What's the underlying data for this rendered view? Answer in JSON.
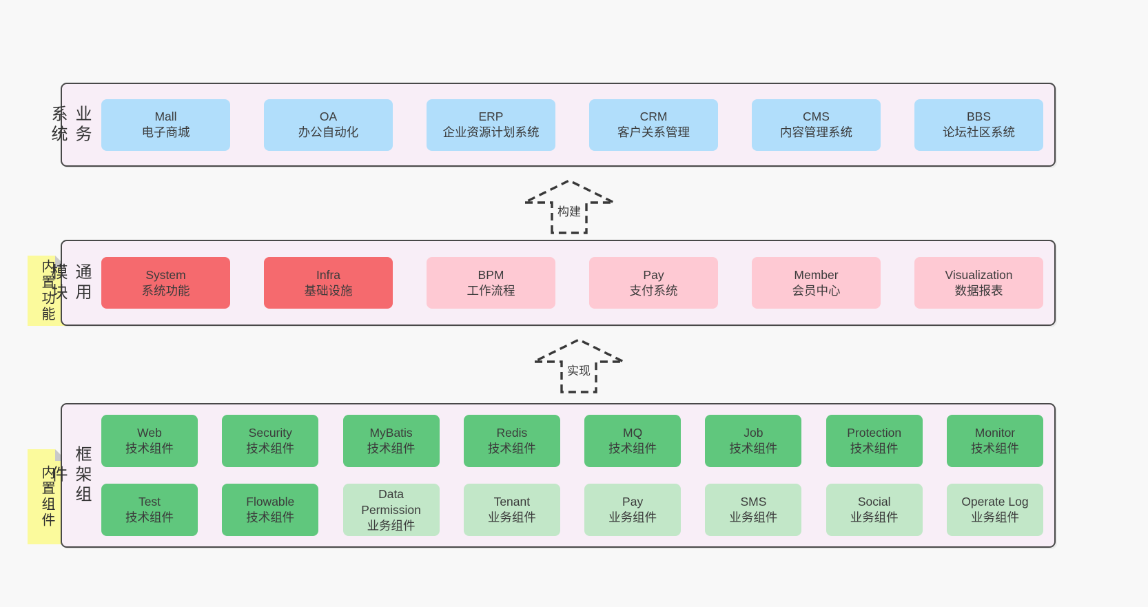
{
  "colors": {
    "page-bg": "#f8f8f8",
    "layer-bg": "#f8eef7",
    "layer-border": "#484848",
    "box-blue": "#b1defb",
    "box-red": "#f56a6e",
    "box-pink": "#fec9d3",
    "box-green": "#60c77d",
    "box-green-light": "#c2e7c8",
    "note-bg": "#fbfa9c",
    "note-fold": "#c9c9c9",
    "text": "#3d3d3d",
    "arrow": "#383838"
  },
  "arrows": [
    {
      "label": "构建"
    },
    {
      "label": "实现"
    }
  ],
  "layers": [
    {
      "label": "业务系统",
      "rows": [
        [
          {
            "name": "Mall",
            "desc": "电子商城",
            "color": "blue"
          },
          {
            "name": "OA",
            "desc": "办公自动化",
            "color": "blue"
          },
          {
            "name": "ERP",
            "desc": "企业资源计划系统",
            "color": "blue"
          },
          {
            "name": "CRM",
            "desc": "客户关系管理",
            "color": "blue"
          },
          {
            "name": "CMS",
            "desc": "内容管理系统",
            "color": "blue"
          },
          {
            "name": "BBS",
            "desc": "论坛社区系统",
            "color": "blue"
          }
        ]
      ]
    },
    {
      "label": "通用模块",
      "note": "内置功能",
      "rows": [
        [
          {
            "name": "System",
            "desc": "系统功能",
            "color": "red"
          },
          {
            "name": "Infra",
            "desc": "基础设施",
            "color": "red"
          },
          {
            "name": "BPM",
            "desc": "工作流程",
            "color": "pink"
          },
          {
            "name": "Pay",
            "desc": "支付系统",
            "color": "pink"
          },
          {
            "name": "Member",
            "desc": "会员中心",
            "color": "pink"
          },
          {
            "name": "Visualization",
            "desc": "数据报表",
            "color": "pink"
          }
        ]
      ]
    },
    {
      "label": "框架组件",
      "note": "内置组件",
      "rows": [
        [
          {
            "name": "Web",
            "desc": "技术组件",
            "color": "green"
          },
          {
            "name": "Security",
            "desc": "技术组件",
            "color": "green"
          },
          {
            "name": "MyBatis",
            "desc": "技术组件",
            "color": "green"
          },
          {
            "name": "Redis",
            "desc": "技术组件",
            "color": "green"
          },
          {
            "name": "MQ",
            "desc": "技术组件",
            "color": "green"
          },
          {
            "name": "Job",
            "desc": "技术组件",
            "color": "green"
          },
          {
            "name": "Protection",
            "desc": "技术组件",
            "color": "green"
          },
          {
            "name": "Monitor",
            "desc": "技术组件",
            "color": "green"
          }
        ],
        [
          {
            "name": "Test",
            "desc": "技术组件",
            "color": "green"
          },
          {
            "name": "Flowable",
            "desc": "技术组件",
            "color": "green"
          },
          {
            "name": "Data Permission",
            "desc": "业务组件",
            "color": "green-light"
          },
          {
            "name": "Tenant",
            "desc": "业务组件",
            "color": "green-light"
          },
          {
            "name": "Pay",
            "desc": "业务组件",
            "color": "green-light"
          },
          {
            "name": "SMS",
            "desc": "业务组件",
            "color": "green-light"
          },
          {
            "name": "Social",
            "desc": "业务组件",
            "color": "green-light"
          },
          {
            "name": "Operate Log",
            "desc": "业务组件",
            "color": "green-light"
          }
        ]
      ]
    }
  ]
}
